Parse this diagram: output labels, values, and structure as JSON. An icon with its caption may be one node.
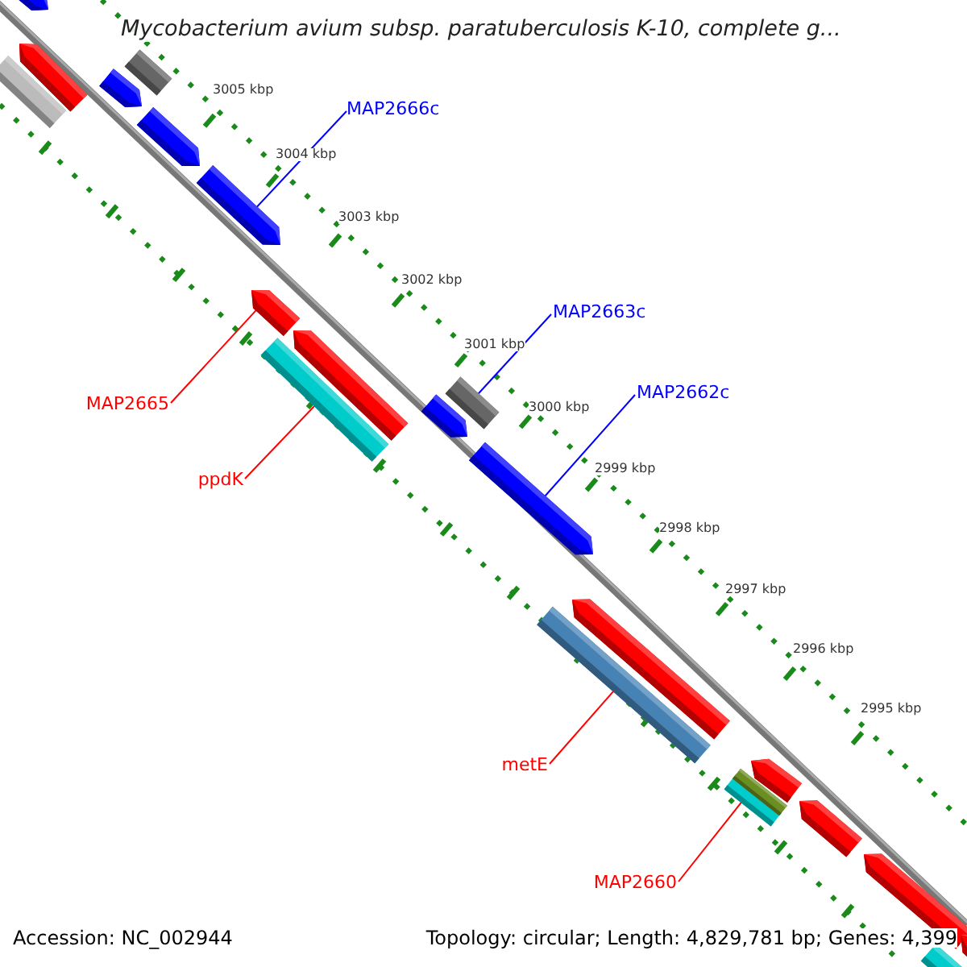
{
  "diagram": {
    "title": "Mycobacterium avium subsp. paratuberculosis K-10, complete g...",
    "nodes": [
      {
        "text": [
          "MAP2666c"
        ]
      },
      {
        "text": [
          "MAP2663c"
        ]
      },
      {
        "text": [
          "MAP2662c"
        ]
      },
      {
        "text": [
          "MAP2665"
        ]
      },
      {
        "text": [
          "ppdK"
        ]
      },
      {
        "text": [
          "metE"
        ]
      },
      {
        "text": [
          "MAP2660"
        ]
      },
      {
        "text": [],
        "shape": "bar"
      },
      {
        "text": [],
        "shape": "bar"
      },
      {
        "text": [],
        "shape": "bar"
      },
      {
        "text": [],
        "shape": "bar"
      },
      {
        "text": [],
        "shape": "bar"
      },
      {
        "text": [],
        "shape": "bar"
      },
      {
        "text": [],
        "shape": "bar"
      },
      {
        "text": [],
        "shape": "bar"
      },
      {
        "text": [],
        "shape": "bar"
      },
      {
        "text": [],
        "shape": "bar"
      },
      {
        "text": [],
        "shape": "bar"
      },
      {
        "text": [],
        "shape": "bar"
      },
      {
        "text": [],
        "shape": "bar"
      },
      {
        "text": [],
        "shape": "bar"
      },
      {
        "text": [],
        "shape": "bar"
      },
      {
        "text": [],
        "shape": "bar"
      },
      {
        "text": [],
        "shape": "bar"
      },
      {
        "text": [],
        "shape": "bar"
      },
      {
        "text": [],
        "shape": "bar"
      },
      {
        "text": [],
        "shape": "bar"
      },
      {
        "text": [],
        "shape": "bar"
      }
    ],
    "edges": [
      {
        "from": 0,
        "to": 13,
        "arrow": "none",
        "color": "#0000ff"
      },
      {
        "from": 1,
        "to": 18,
        "arrow": "none",
        "color": "#0000ff"
      },
      {
        "from": 2,
        "to": 19,
        "arrow": "none",
        "color": "#0000ff"
      },
      {
        "from": 3,
        "to": 14,
        "arrow": "none"
      },
      {
        "from": 4,
        "to": 15,
        "arrow": "none"
      },
      {
        "from": 5,
        "to": 20,
        "arrow": "none"
      },
      {
        "from": 6,
        "to": 22,
        "arrow": "none"
      }
    ],
    "labels": [
      "3005 kbp",
      "3004 kbp",
      "3003 kbp",
      "3002 kbp",
      "3001 kbp",
      "3000 kbp",
      "2999 kbp",
      "2998 kbp",
      "2997 kbp",
      "2996 kbp",
      "2995 kbp",
      "Accession: NC_002944",
      "Topology: circular; Length: 4,829,781 bp; Genes: 4,399"
    ]
  }
}
